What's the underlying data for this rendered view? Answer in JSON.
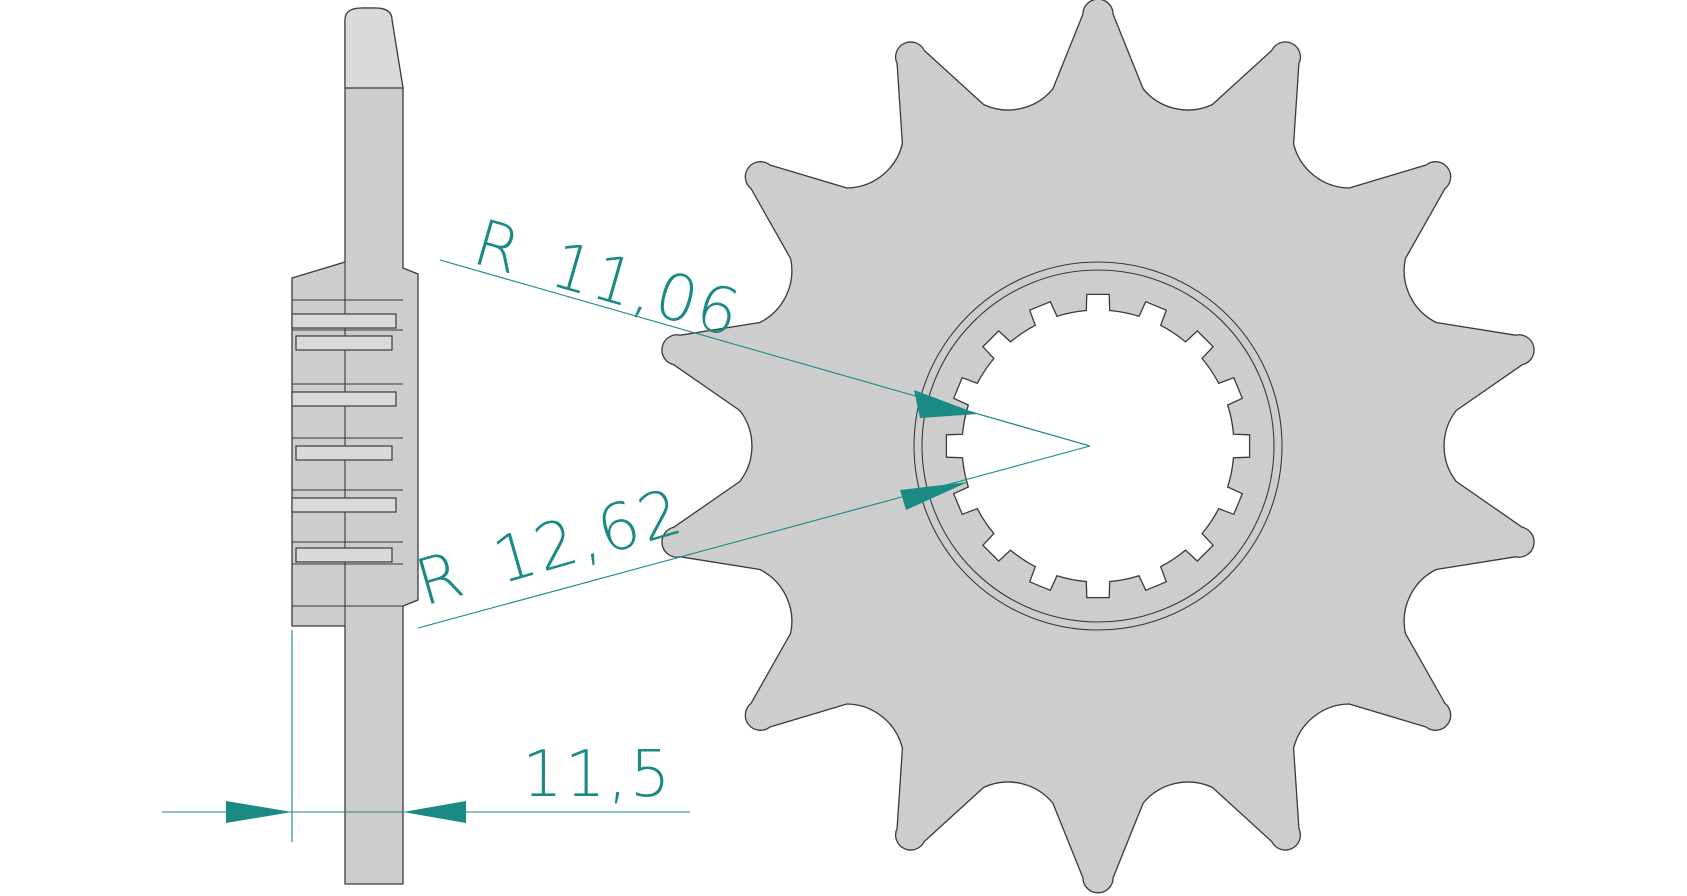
{
  "dimensions": {
    "inner_radius": {
      "prefix": "R",
      "value": "11,06"
    },
    "outer_radius": {
      "prefix": "R",
      "value": "12,62"
    },
    "thickness": {
      "value": "11,5"
    }
  },
  "sprocket": {
    "teeth": 14,
    "spline_teeth": 16
  },
  "colors": {
    "part_fill": "#cdcdcd",
    "outline": "#3a3a3a",
    "dimension": "#1a8a84",
    "background": "#ffffff"
  }
}
